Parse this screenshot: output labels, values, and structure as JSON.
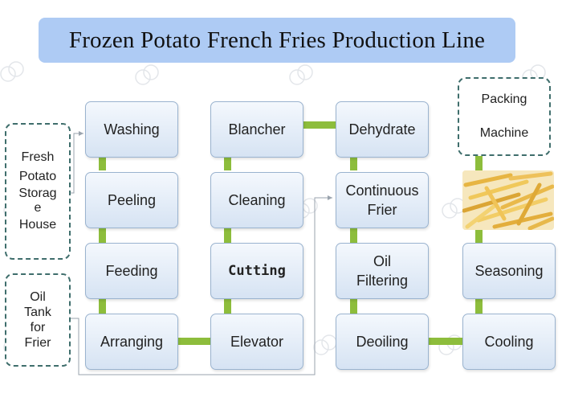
{
  "title": "Frozen Potato French Fries Production Line",
  "boxes": {
    "washing": "Washing",
    "peeling": "Peeling",
    "feeding": "Feeding",
    "arranging": "Arranging",
    "blancher": "Blancher",
    "cleaning": "Cleaning",
    "cutting": "Cutting",
    "elevator": "Elevator",
    "dehydrate": "Dehydrate",
    "continuous_frier_1": "Continuous",
    "continuous_frier_2": "Frier",
    "oil_filtering_1": "Oil",
    "oil_filtering_2": "Filtering",
    "deoiling": "Deoiling",
    "seasoning": "Seasoning",
    "cooling": "Cooling"
  },
  "storage": {
    "lines": [
      "Fresh",
      "Potato",
      "Storag",
      "e",
      "House"
    ]
  },
  "oil_tank": {
    "lines": [
      "Oil",
      "Tank",
      "for",
      "Frier"
    ]
  },
  "packing": {
    "lines": [
      "Packing",
      "Machine"
    ]
  },
  "colors": {
    "banner": "#aecbf4",
    "box_border": "#9ab3cf",
    "connector": "#8dbd3c",
    "dashed_border": "#3f6e6c"
  }
}
